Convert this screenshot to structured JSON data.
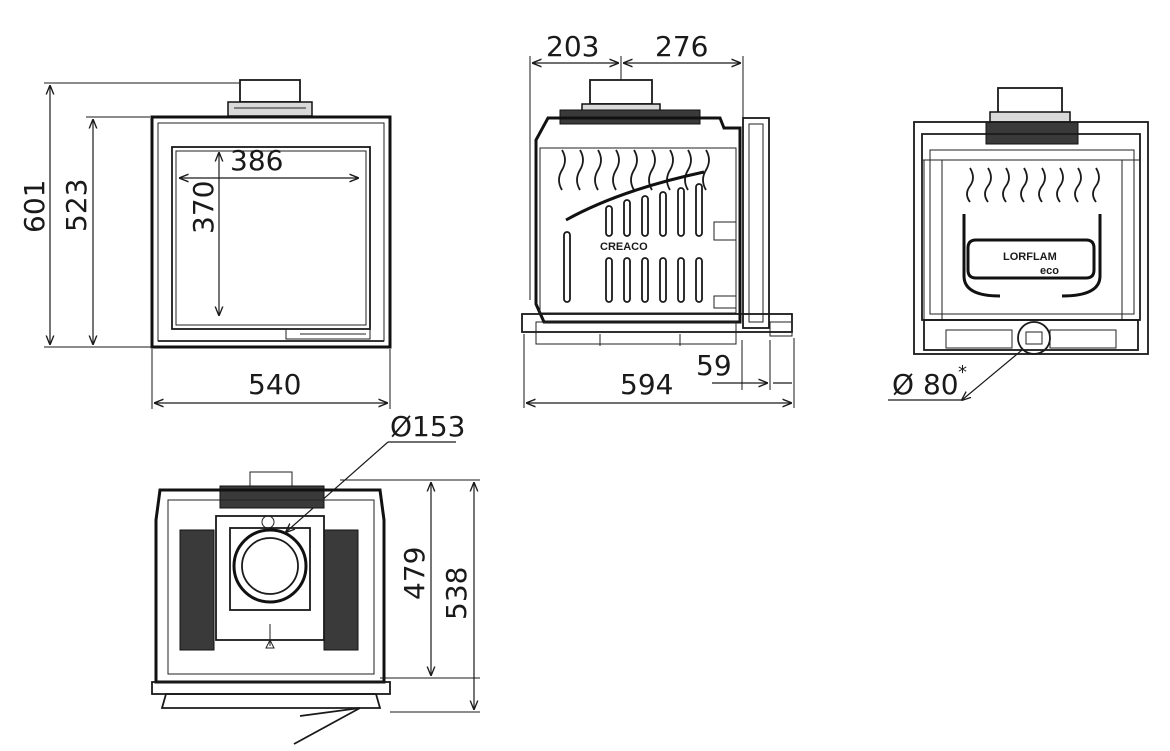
{
  "dimensions": {
    "front": {
      "total_height": "601",
      "body_height": "523",
      "glass_width": "386",
      "glass_height": "370",
      "width": "540"
    },
    "side": {
      "top_left": "203",
      "top_right": "276",
      "depth": "594",
      "rear_offset": "59"
    },
    "back": {
      "air_inlet": "Ø 80",
      "air_inlet_note": "*"
    },
    "top_view": {
      "flue": "Ø153",
      "inner_depth": "479",
      "outer_depth": "538"
    }
  },
  "logos": {
    "side_logo": "CREACO",
    "back_logo": "LORFLAM",
    "back_logo_sub": "eco"
  }
}
